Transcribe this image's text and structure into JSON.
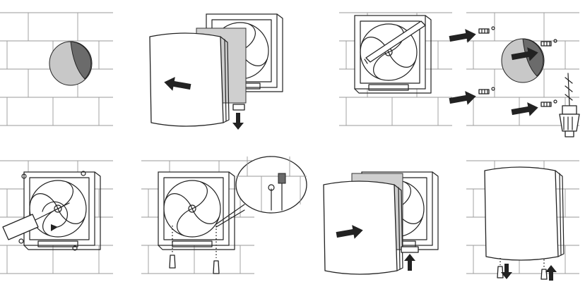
{
  "colors": {
    "line": "#222222",
    "brick": "#9a9a9a",
    "filter": "#cfcfcf",
    "dark": "#6b6b6b",
    "arrow": "#222222"
  },
  "steps": [
    {
      "name": "wall-hole",
      "icons": [
        "brick-wall",
        "duct-opening"
      ]
    },
    {
      "name": "remove-front-cover",
      "icons": [
        "front-cover",
        "filter",
        "fan-frame",
        "arrow-left",
        "arrow-down"
      ]
    },
    {
      "name": "mark-drill-holes",
      "icons": [
        "fan-frame",
        "pencil"
      ]
    },
    {
      "name": "drill-and-plugs",
      "icons": [
        "wall-plugs",
        "duct-opening",
        "drill",
        "arrow-right"
      ]
    },
    {
      "name": "screw-frame",
      "icons": [
        "fan-frame",
        "screwdriver",
        "screws"
      ]
    },
    {
      "name": "connect-wiring",
      "icons": [
        "fan-frame",
        "magnifier",
        "cable",
        "dowels"
      ]
    },
    {
      "name": "refit-cover",
      "icons": [
        "front-cover",
        "filter",
        "fan-frame",
        "arrow-right",
        "arrow-up"
      ]
    },
    {
      "name": "secure-cover",
      "icons": [
        "front-cover",
        "screws",
        "arrow-down",
        "arrow-up"
      ]
    }
  ]
}
